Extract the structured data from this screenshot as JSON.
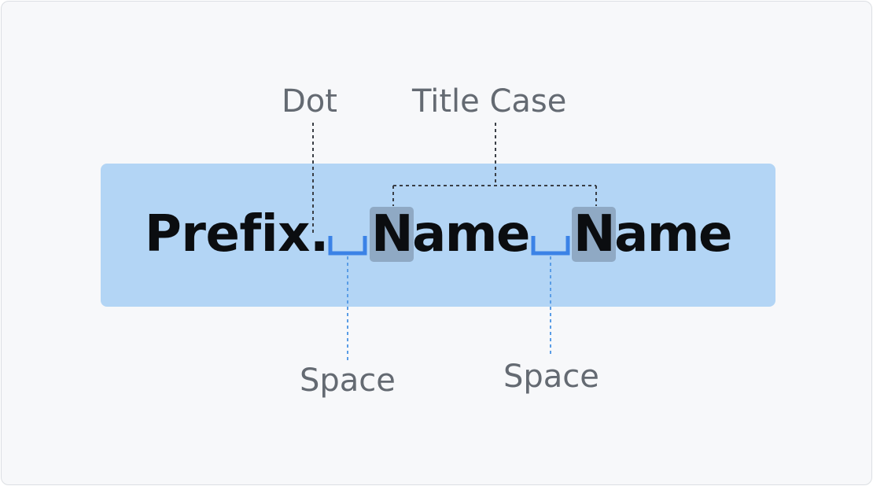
{
  "words": {
    "prefix": "Prefix.",
    "name_1": "Name",
    "name_2": "Name"
  },
  "labels": {
    "dot": "Dot",
    "title_case": "Title Case",
    "space_1": "Space",
    "space_2": "Space"
  },
  "colors": {
    "band": "#b3d5f5",
    "letter_highlight": "#8fa9c4",
    "space_marker": "#3b82e6",
    "label_text": "#646a72",
    "dark_leader": "#3a3f46",
    "blue_leader": "#5a9de6"
  }
}
